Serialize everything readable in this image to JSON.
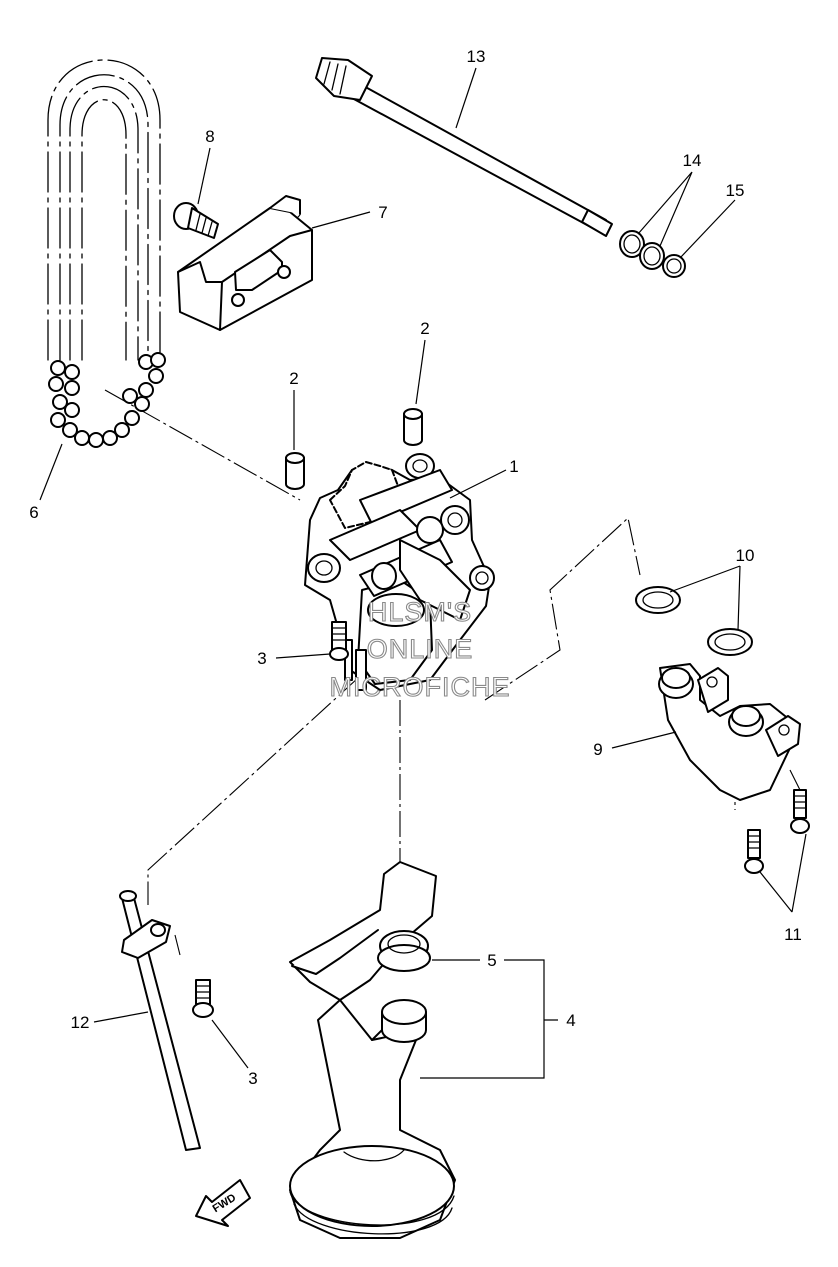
{
  "diagram": {
    "callouts": [
      "13",
      "8",
      "7",
      "14",
      "15",
      "2",
      "2",
      "1",
      "6",
      "3",
      "10",
      "9",
      "11",
      "5",
      "4",
      "12",
      "3"
    ],
    "watermark": [
      "HLSM'S",
      "ONLINE",
      "MICROFICHE"
    ],
    "direction_label": "FWD"
  }
}
